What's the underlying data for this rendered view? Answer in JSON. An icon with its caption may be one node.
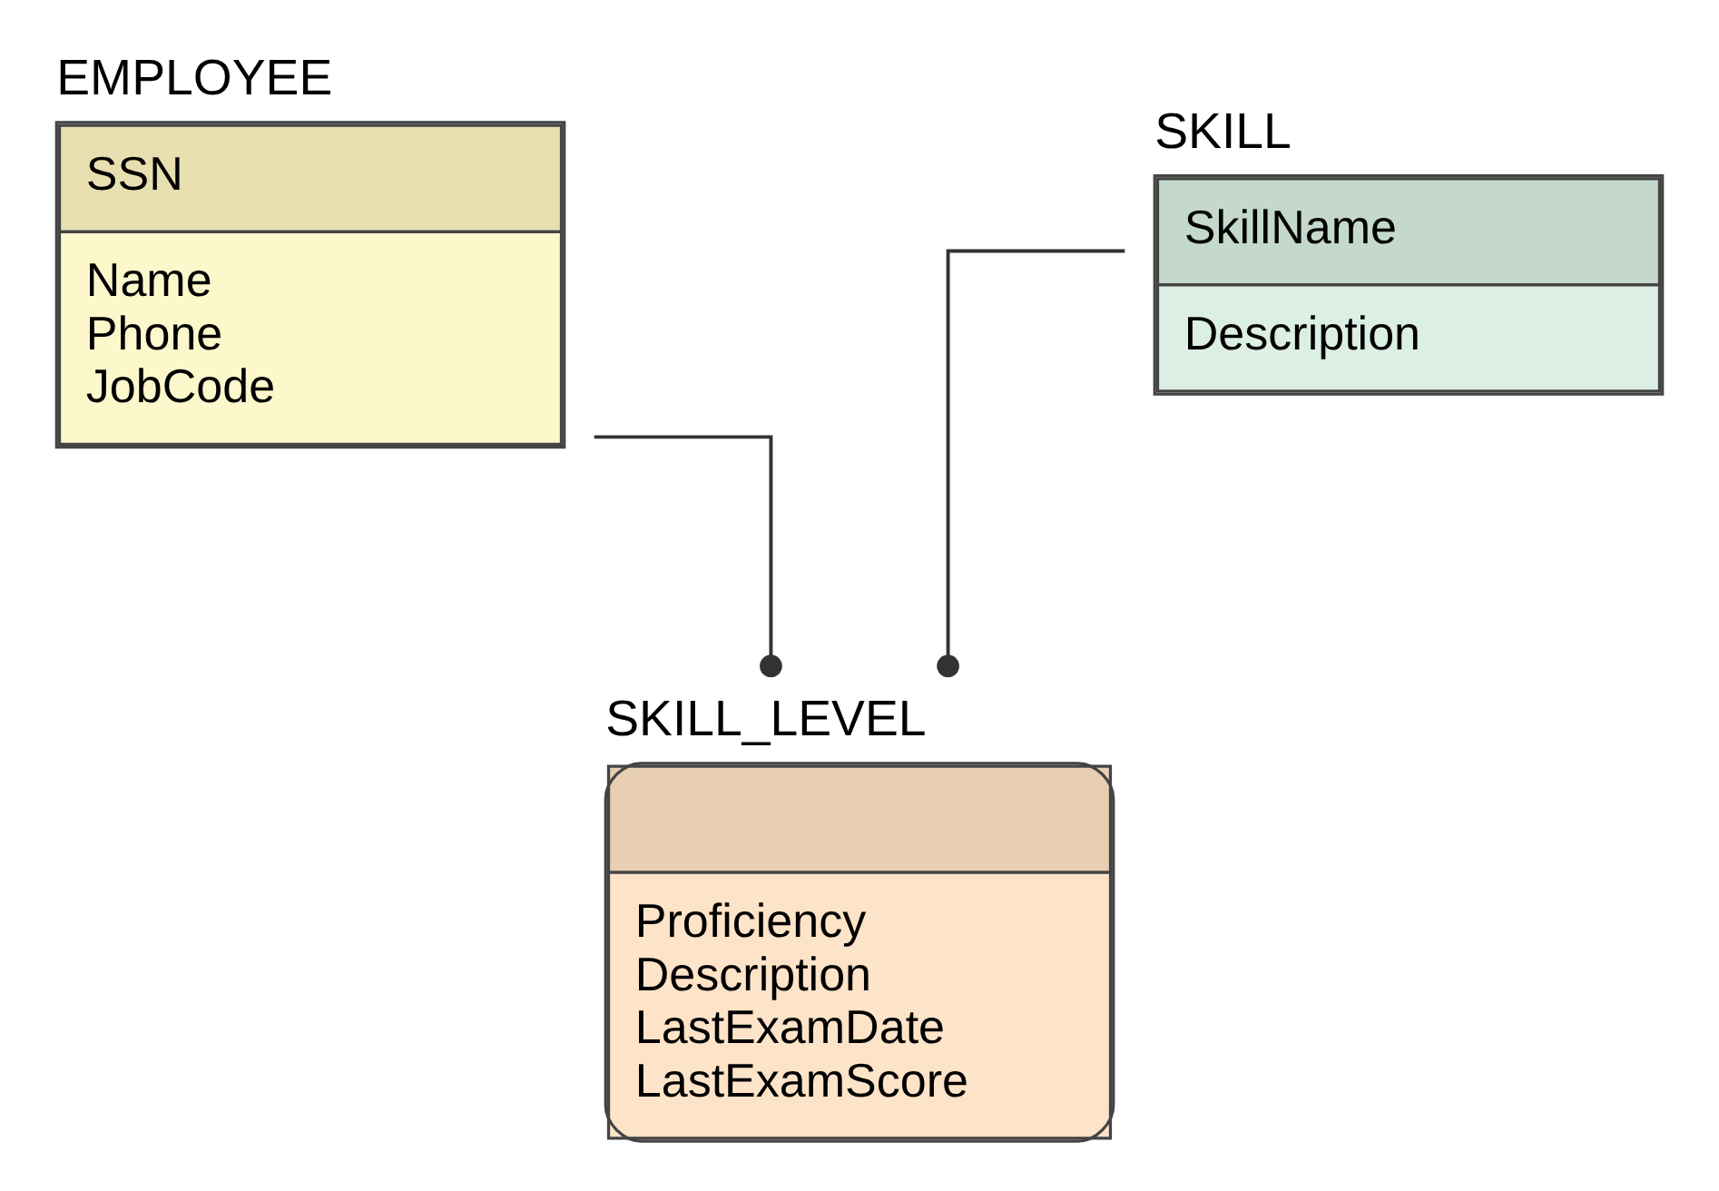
{
  "diagram": {
    "nodes": [
      {
        "text": [
          "EMPLOYEE",
          "SSN",
          "Name",
          "Phone",
          "JobCode"
        ]
      },
      {
        "text": [
          "SKILL",
          "SkillName",
          "Description"
        ]
      },
      {
        "text": [
          "SKILL_LEVEL",
          "Proficiency",
          "Description",
          "LastExamDate",
          "LastExamScore"
        ]
      }
    ],
    "edges": [
      {
        "from": 0,
        "to": 2,
        "arrow": "other"
      },
      {
        "from": 1,
        "to": 2,
        "arrow": "other"
      }
    ]
  }
}
